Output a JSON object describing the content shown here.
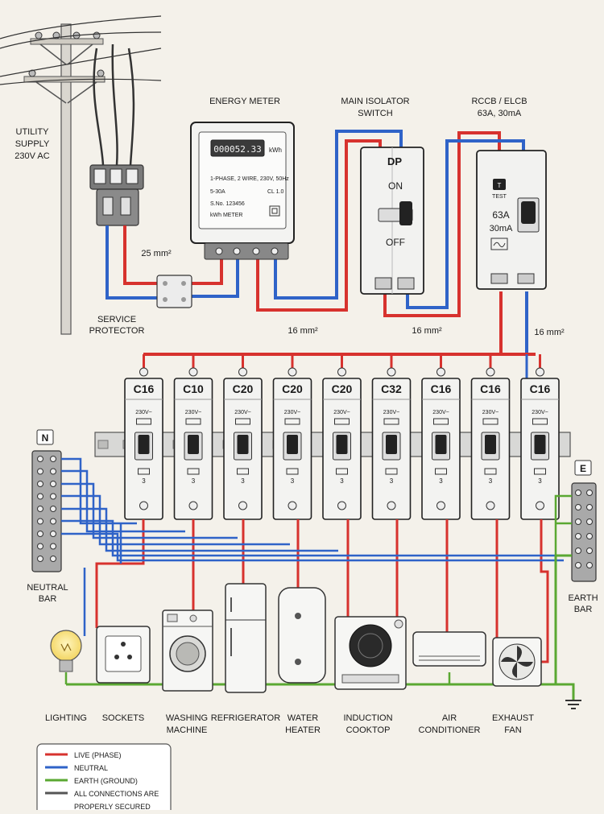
{
  "labels": {
    "utility_supply": [
      "UTILITY",
      "SUPPLY",
      "230V AC"
    ],
    "energy_meter": "ENERGY METER",
    "main_isolator": [
      "MAIN ISOLATOR",
      "SWITCH"
    ],
    "rccb_title": [
      "RCCB / ELCB",
      "63A, 30mA"
    ],
    "service_protector": [
      "SERVICE",
      "PROTECTOR"
    ],
    "neutral_bar": [
      "NEUTRAL",
      "BAR"
    ],
    "earth_bar": [
      "EARTH",
      "BAR"
    ],
    "neutral_tag": "N",
    "earth_tag": "E"
  },
  "cable_sizes": {
    "service": "25 mm²",
    "meter_out": "16 mm²",
    "isolator_out": "16 mm²",
    "rccb_out": "16 mm²"
  },
  "meter": {
    "reading": "000052.33",
    "unit": "kWh",
    "line1": "1-PHASE, 2 WIRE, 230V, 50Hz",
    "line2": "5-30A",
    "class": "CL 1.0",
    "serial": "S.No. 123456",
    "name": "kWh METER"
  },
  "isolator": {
    "type": "DP",
    "on": "ON",
    "off": "OFF"
  },
  "rccb": {
    "test": "T",
    "test_label": "TEST",
    "rating": "63A",
    "sensitivity": "30mA"
  },
  "mcbs": [
    {
      "rating": "C16",
      "voltage": "230V~",
      "poles": "3"
    },
    {
      "rating": "C10",
      "voltage": "230V~",
      "poles": "3"
    },
    {
      "rating": "C20",
      "voltage": "230V~",
      "poles": "3"
    },
    {
      "rating": "C20",
      "voltage": "230V~",
      "poles": "3"
    },
    {
      "rating": "C20",
      "voltage": "230V~",
      "poles": "3"
    },
    {
      "rating": "C32",
      "voltage": "230V~",
      "poles": "3"
    },
    {
      "rating": "C16",
      "voltage": "230V~",
      "poles": "3"
    },
    {
      "rating": "C16",
      "voltage": "230V~",
      "poles": "3"
    },
    {
      "rating": "C16",
      "voltage": "230V~",
      "poles": "3"
    }
  ],
  "appliances": [
    {
      "name": "lighting",
      "label": [
        "LIGHTING"
      ]
    },
    {
      "name": "sockets",
      "label": [
        "SOCKETS"
      ]
    },
    {
      "name": "washing-machine",
      "label": [
        "WASHING",
        "MACHINE"
      ]
    },
    {
      "name": "refrigerator",
      "label": [
        "REFRIGERATOR"
      ]
    },
    {
      "name": "water-heater",
      "label": [
        "WATER",
        "HEATER"
      ]
    },
    {
      "name": "induction-cooktop",
      "label": [
        "INDUCTION",
        "COOKTOP"
      ]
    },
    {
      "name": "air-conditioner",
      "label": [
        "AIR",
        "CONDITIONER"
      ]
    },
    {
      "name": "exhaust-fan",
      "label": [
        "EXHAUST",
        "FAN"
      ]
    }
  ],
  "legend": [
    {
      "label": "LIVE (PHASE)",
      "color": "#d7322e"
    },
    {
      "label": "NEUTRAL",
      "color": "#2f63c8"
    },
    {
      "label": "EARTH (GROUND)",
      "color": "#5aa832"
    },
    {
      "label": "ALL CONNECTIONS ARE",
      "color": "#555555"
    },
    {
      "label": "PROPERLY SECURED",
      "color": ""
    }
  ],
  "colors": {
    "live": "#d7322e",
    "neutral": "#2f63c8",
    "earth": "#5aa832"
  }
}
